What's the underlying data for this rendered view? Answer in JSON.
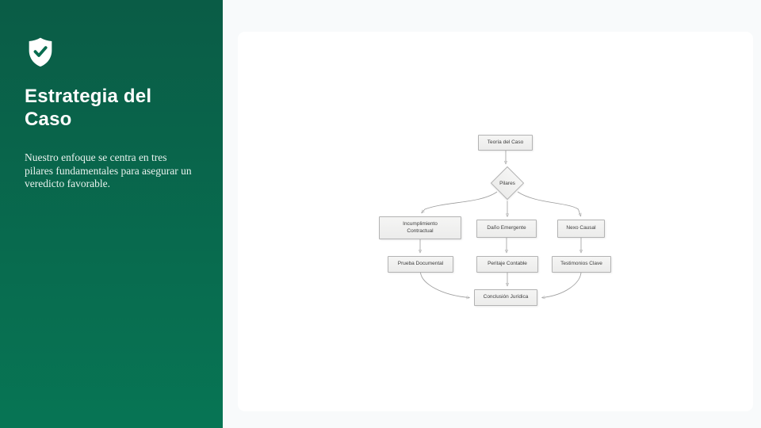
{
  "page": {
    "background": "#f8fafb"
  },
  "sidebar": {
    "icon": "shield-check-icon",
    "title": "Estrategia del Caso",
    "description": "Nuestro enfoque se centra en tres pilares fundamentales para asegurar un veredicto favorable.",
    "colors": {
      "gradient_top": "#0a5c46",
      "gradient_bottom": "#077554",
      "title_text": "#ffffff",
      "description_text": "#e9f2ee",
      "check_stroke": "#086c4f"
    }
  },
  "canvas": {
    "background": "#ffffff"
  },
  "diagram": {
    "type": "flowchart",
    "nodes": {
      "teoria": {
        "label": "Teoría del Caso",
        "shape": "rect"
      },
      "pilares": {
        "label": "Pilares",
        "shape": "diamond"
      },
      "incumplimiento": {
        "label": "Incumplimiento Contractual",
        "shape": "rect"
      },
      "dano": {
        "label": "Daño Emergente",
        "shape": "rect"
      },
      "nexo": {
        "label": "Nexo Causal",
        "shape": "rect"
      },
      "prueba": {
        "label": "Prueba Documental",
        "shape": "rect"
      },
      "peritaje": {
        "label": "Peritaje Contable",
        "shape": "rect"
      },
      "testimonios": {
        "label": "Testimonios Clave",
        "shape": "rect"
      },
      "conclusion": {
        "label": "Conclusión Jurídica",
        "shape": "rect"
      }
    },
    "edges": [
      {
        "from": "teoria",
        "to": "pilares"
      },
      {
        "from": "pilares",
        "to": "incumplimiento"
      },
      {
        "from": "pilares",
        "to": "dano"
      },
      {
        "from": "pilares",
        "to": "nexo"
      },
      {
        "from": "incumplimiento",
        "to": "prueba"
      },
      {
        "from": "dano",
        "to": "peritaje"
      },
      {
        "from": "nexo",
        "to": "testimonios"
      },
      {
        "from": "prueba",
        "to": "conclusion"
      },
      {
        "from": "peritaje",
        "to": "conclusion"
      },
      {
        "from": "testimonios",
        "to": "conclusion"
      }
    ],
    "colors": {
      "node_fill": "#f1f1f0",
      "node_border": "#b3b3b3",
      "edge_line": "#9c9c9c",
      "arrowhead": "#4f4f4f",
      "node_text": "#3d3d3d"
    }
  }
}
